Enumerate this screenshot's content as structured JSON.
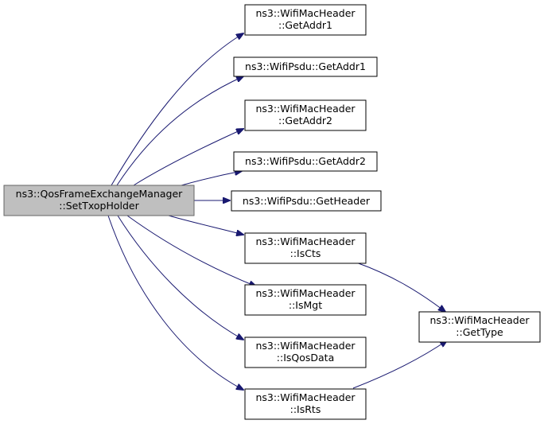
{
  "colors": {
    "edge": "#191970",
    "node_border": "#000000",
    "node_fill": "#ffffff",
    "root_fill": "#bfbfbf",
    "root_border": "#666666",
    "text": "#000000"
  },
  "diagram": {
    "root": {
      "id": "set-txop-holder",
      "lines": [
        "ns3::QosFrameExchangeManager",
        "::SetTxopHolder"
      ]
    },
    "nodes": [
      {
        "id": "mac-getaddr1",
        "lines": [
          "ns3::WifiMacHeader",
          "::GetAddr1"
        ]
      },
      {
        "id": "psdu-getaddr1",
        "lines": [
          "ns3::WifiPsdu::GetAddr1"
        ]
      },
      {
        "id": "mac-getaddr2",
        "lines": [
          "ns3::WifiMacHeader",
          "::GetAddr2"
        ]
      },
      {
        "id": "psdu-getaddr2",
        "lines": [
          "ns3::WifiPsdu::GetAddr2"
        ]
      },
      {
        "id": "psdu-getheader",
        "lines": [
          "ns3::WifiPsdu::GetHeader"
        ]
      },
      {
        "id": "mac-iscts",
        "lines": [
          "ns3::WifiMacHeader",
          "::IsCts"
        ]
      },
      {
        "id": "mac-ismgt",
        "lines": [
          "ns3::WifiMacHeader",
          "::IsMgt"
        ]
      },
      {
        "id": "mac-isqosdata",
        "lines": [
          "ns3::WifiMacHeader",
          "::IsQosData"
        ]
      },
      {
        "id": "mac-isrts",
        "lines": [
          "ns3::WifiMacHeader",
          "::IsRts"
        ]
      },
      {
        "id": "mac-gettype",
        "lines": [
          "ns3::WifiMacHeader",
          "::GetType"
        ]
      }
    ],
    "edges": [
      {
        "from": "set-txop-holder",
        "to": "mac-getaddr1"
      },
      {
        "from": "set-txop-holder",
        "to": "psdu-getaddr1"
      },
      {
        "from": "set-txop-holder",
        "to": "mac-getaddr2"
      },
      {
        "from": "set-txop-holder",
        "to": "psdu-getaddr2"
      },
      {
        "from": "set-txop-holder",
        "to": "psdu-getheader"
      },
      {
        "from": "set-txop-holder",
        "to": "mac-iscts"
      },
      {
        "from": "set-txop-holder",
        "to": "mac-ismgt"
      },
      {
        "from": "set-txop-holder",
        "to": "mac-isqosdata"
      },
      {
        "from": "set-txop-holder",
        "to": "mac-isrts"
      },
      {
        "from": "mac-iscts",
        "to": "mac-gettype"
      },
      {
        "from": "mac-isrts",
        "to": "mac-gettype"
      }
    ]
  }
}
